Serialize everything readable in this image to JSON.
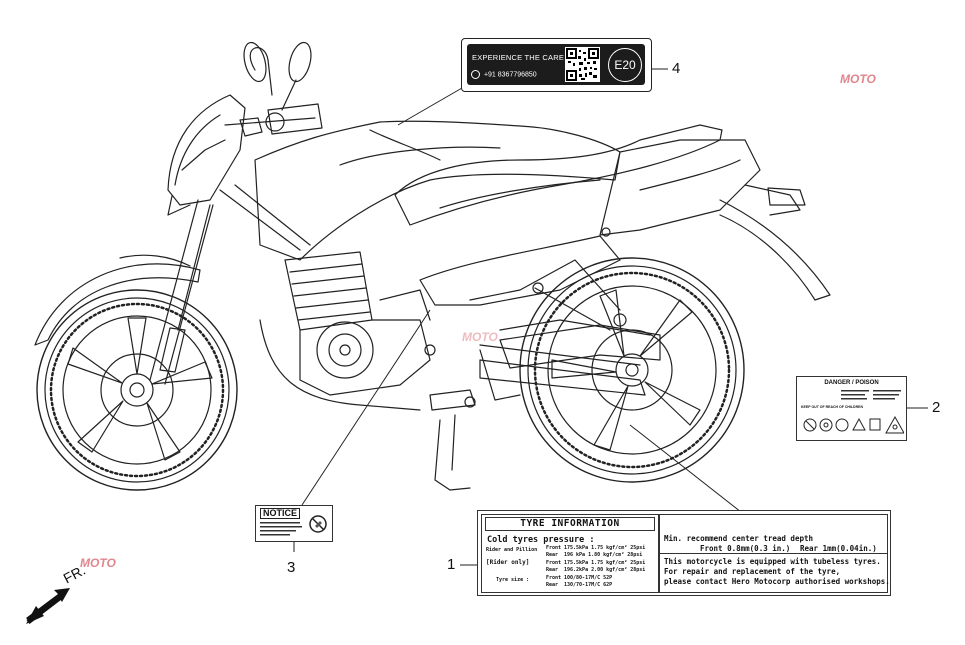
{
  "diagram": {
    "callouts": [
      "1",
      "2",
      "3",
      "4"
    ],
    "direction_label": "FR.",
    "watermark": "MOTO"
  },
  "label_4": {
    "line1": "EXPERIENCE THE CARE",
    "line2": "+91 8367796850",
    "badge": "E20",
    "icon": "whatsapp-icon"
  },
  "label_2": {
    "heading": "DANGER / POISON",
    "subtext": "KEEP OUT OF REACH OF CHILDREN"
  },
  "label_3": {
    "heading": "NOTICE"
  },
  "label_1": {
    "title": "TYRE INFORMATION",
    "cold_title": "Cold tyres pressure :",
    "rider_pillion": "Rider and Pillion",
    "rider_only": "[Rider only]",
    "tyre_size": "Tyre size :",
    "rows": [
      {
        "label": "Front",
        "value": "175.5kPa  1.75 kgf/cm²  25psi"
      },
      {
        "label": "Rear",
        "value": "196 kPa  1.80 kgf/cm²  28psi"
      },
      {
        "label": "Front",
        "value": "175.5kPa  1.75 kgf/cm²  25psi"
      },
      {
        "label": "Rear",
        "value": "196.2kPa  2.00 kgf/cm²  28psi"
      },
      {
        "label": "Front",
        "value": "100/80-17M/C  52P"
      },
      {
        "label": "Rear",
        "value": "130/70-17M/C  62P"
      }
    ],
    "tread_title": "Min. recommend center tread depth",
    "tread_front": "Front 0.8mm(0.3 in.)",
    "tread_rear": "Rear 1mm(0.04in.)",
    "notice_1": "This motorcycle is equipped with tubeless tyres.",
    "notice_2": "For repair and replacement of the tyre,",
    "notice_3": "please contact Hero Motocorp authorised workshops."
  }
}
